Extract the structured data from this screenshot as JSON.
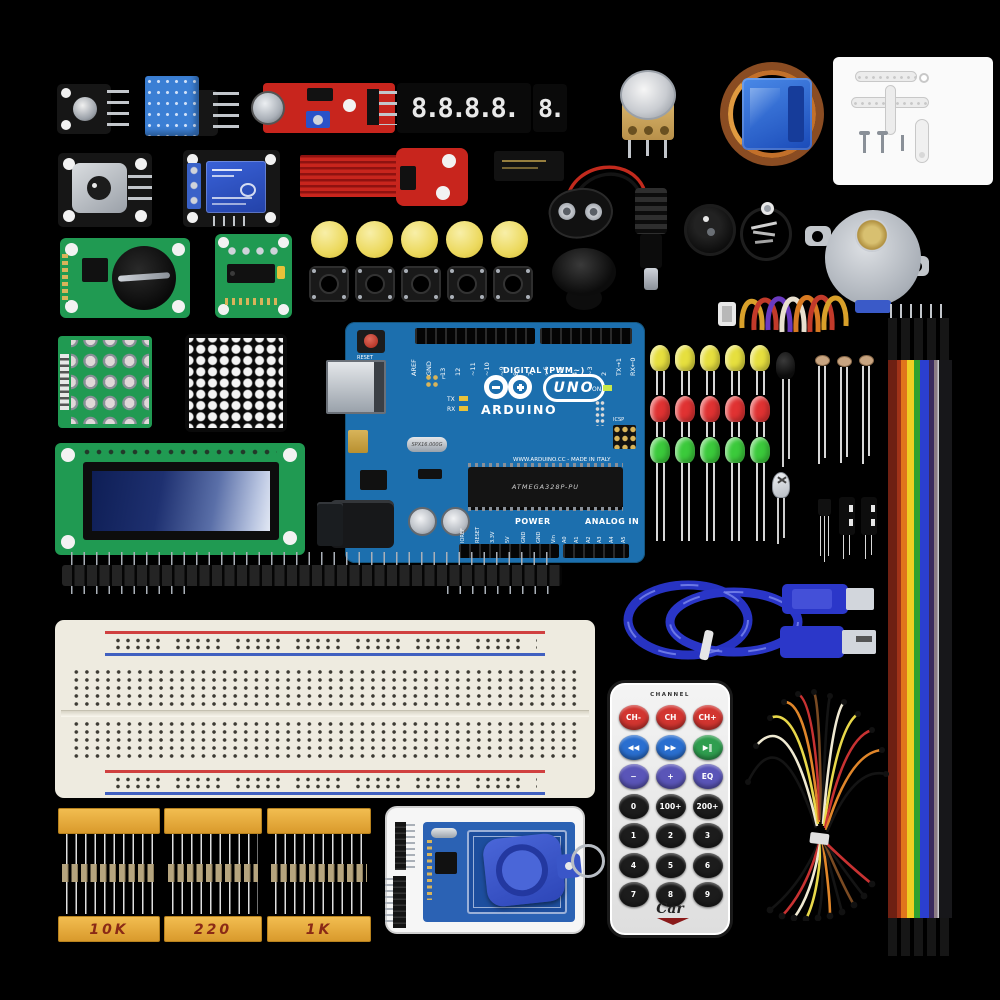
{
  "scene": {
    "description": "Arduino UNO starter kit — electronics components flat lay on black background"
  },
  "palette": {
    "arduino_blue": "#1c6fae",
    "pcb_green": "#209a52",
    "pcb_red": "#c8251d",
    "relay_blue": "#2a52c8",
    "breadboard_cream": "#eeebe0",
    "tape_orange": "#e7a83c",
    "cable_blue": "#2733c2",
    "fob_blue": "#3a56c8",
    "led_yellow": "#e6df3e",
    "led_red": "#e03232",
    "led_green": "#3bca3b",
    "cap_yellow": "#efdc67"
  },
  "arduino": {
    "brand": "ARDUINO",
    "model": "UNO",
    "digital_label": "DIGITAL (PWM~)",
    "power_label": "POWER",
    "analog_label": "ANALOG IN",
    "made_in": "WWW.ARDUINO.CC - MADE IN ITALY",
    "mcu": "ATMEGA328P-PU",
    "crystal": "SPX16.000G",
    "reset": "RESET",
    "on": "ON",
    "icsp": "ICSP",
    "tx": "TX",
    "rx": "RX",
    "l": "L",
    "digital_pins": [
      "AREF",
      "GND",
      "13",
      "12",
      "~11",
      "~10",
      "~9",
      "8",
      "7",
      "~6",
      "~5",
      "4",
      "~3",
      "2",
      "TX→1",
      "RX←0"
    ],
    "power_pins": [
      "IOREF",
      "RESET",
      "3.3V",
      "5V",
      "GND",
      "GND",
      "Vin"
    ],
    "analog_pins": [
      "A0",
      "A1",
      "A2",
      "A3",
      "A4",
      "A5"
    ]
  },
  "seven_segment": {
    "four_digit": "8.8.8.8.",
    "one_digit": "8."
  },
  "resistors": {
    "groups": [
      {
        "label": "10K"
      },
      {
        "label": "220"
      },
      {
        "label": "1K"
      }
    ]
  },
  "remote": {
    "top_label": "CHANNEL",
    "brand": "Car",
    "buttons": [
      {
        "label": "CH-",
        "bg": "#d23530"
      },
      {
        "label": "CH",
        "bg": "#d23530"
      },
      {
        "label": "CH+",
        "bg": "#d23530"
      },
      {
        "label": "◀◀",
        "bg": "#2a6fd0"
      },
      {
        "label": "▶▶",
        "bg": "#2a6fd0"
      },
      {
        "label": "▶‖",
        "bg": "#2f9e4f"
      },
      {
        "label": "−",
        "bg": "#5a55b8"
      },
      {
        "label": "+",
        "bg": "#5a55b8"
      },
      {
        "label": "EQ",
        "bg": "#5a55b8"
      },
      {
        "label": "0",
        "bg": "#1c1c1c"
      },
      {
        "label": "100+",
        "bg": "#1c1c1c"
      },
      {
        "label": "200+",
        "bg": "#1c1c1c"
      },
      {
        "label": "1",
        "bg": "#1c1c1c"
      },
      {
        "label": "2",
        "bg": "#1c1c1c"
      },
      {
        "label": "3",
        "bg": "#1c1c1c"
      },
      {
        "label": "4",
        "bg": "#1c1c1c"
      },
      {
        "label": "5",
        "bg": "#1c1c1c"
      },
      {
        "label": "6",
        "bg": "#1c1c1c"
      },
      {
        "label": "7",
        "bg": "#1c1c1c"
      },
      {
        "label": "8",
        "bg": "#1c1c1c"
      },
      {
        "label": "9",
        "bg": "#1c1c1c"
      }
    ]
  },
  "leds": {
    "yellow": [
      {
        "color": "#e6df3e"
      },
      {
        "color": "#e6df3e"
      },
      {
        "color": "#e6df3e"
      },
      {
        "color": "#e6df3e"
      },
      {
        "color": "#e6df3e"
      }
    ],
    "red": [
      {
        "color": "#e03232"
      },
      {
        "color": "#e03232"
      },
      {
        "color": "#e03232"
      },
      {
        "color": "#e03232"
      },
      {
        "color": "#e03232"
      }
    ],
    "green": [
      {
        "color": "#3bca3b"
      },
      {
        "color": "#3bca3b"
      },
      {
        "color": "#3bca3b"
      },
      {
        "color": "#3bca3b"
      },
      {
        "color": "#3bca3b"
      }
    ]
  }
}
